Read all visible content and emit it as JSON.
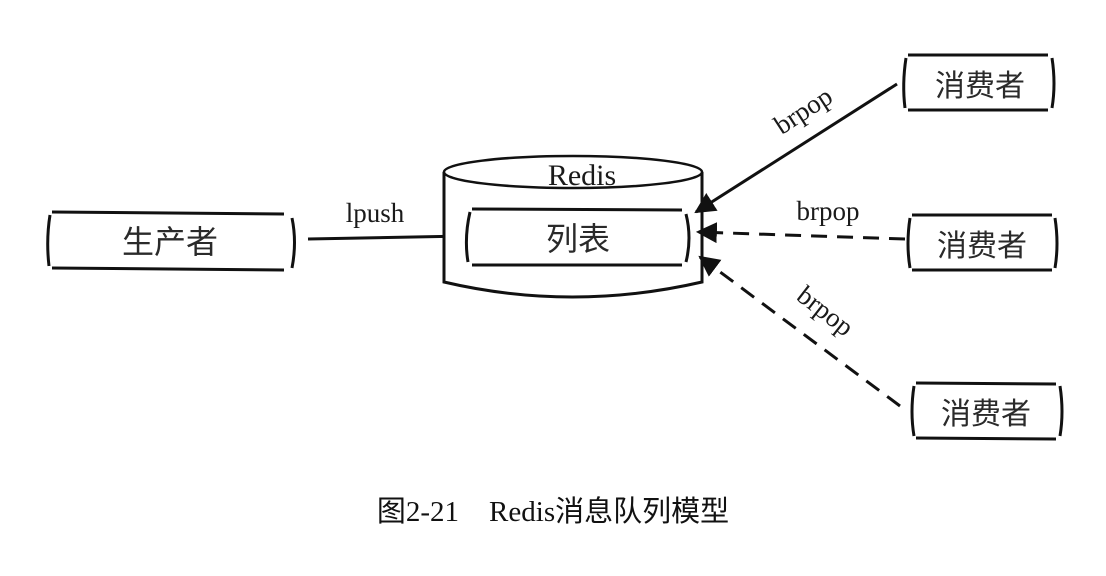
{
  "diagram": {
    "producer": {
      "label": "生产者"
    },
    "redis": {
      "label": "Redis",
      "list_label": "列表"
    },
    "push_edge": {
      "label": "lpush",
      "style": "solid"
    },
    "consumers": [
      {
        "label": "消费者",
        "edge_label": "brpop",
        "edge_style": "solid"
      },
      {
        "label": "消费者",
        "edge_label": "brpop",
        "edge_style": "dashed"
      },
      {
        "label": "消费者",
        "edge_label": "brpop",
        "edge_style": "dashed"
      }
    ]
  },
  "caption": {
    "number": "图2-21",
    "title": "Redis消息队列模型"
  }
}
